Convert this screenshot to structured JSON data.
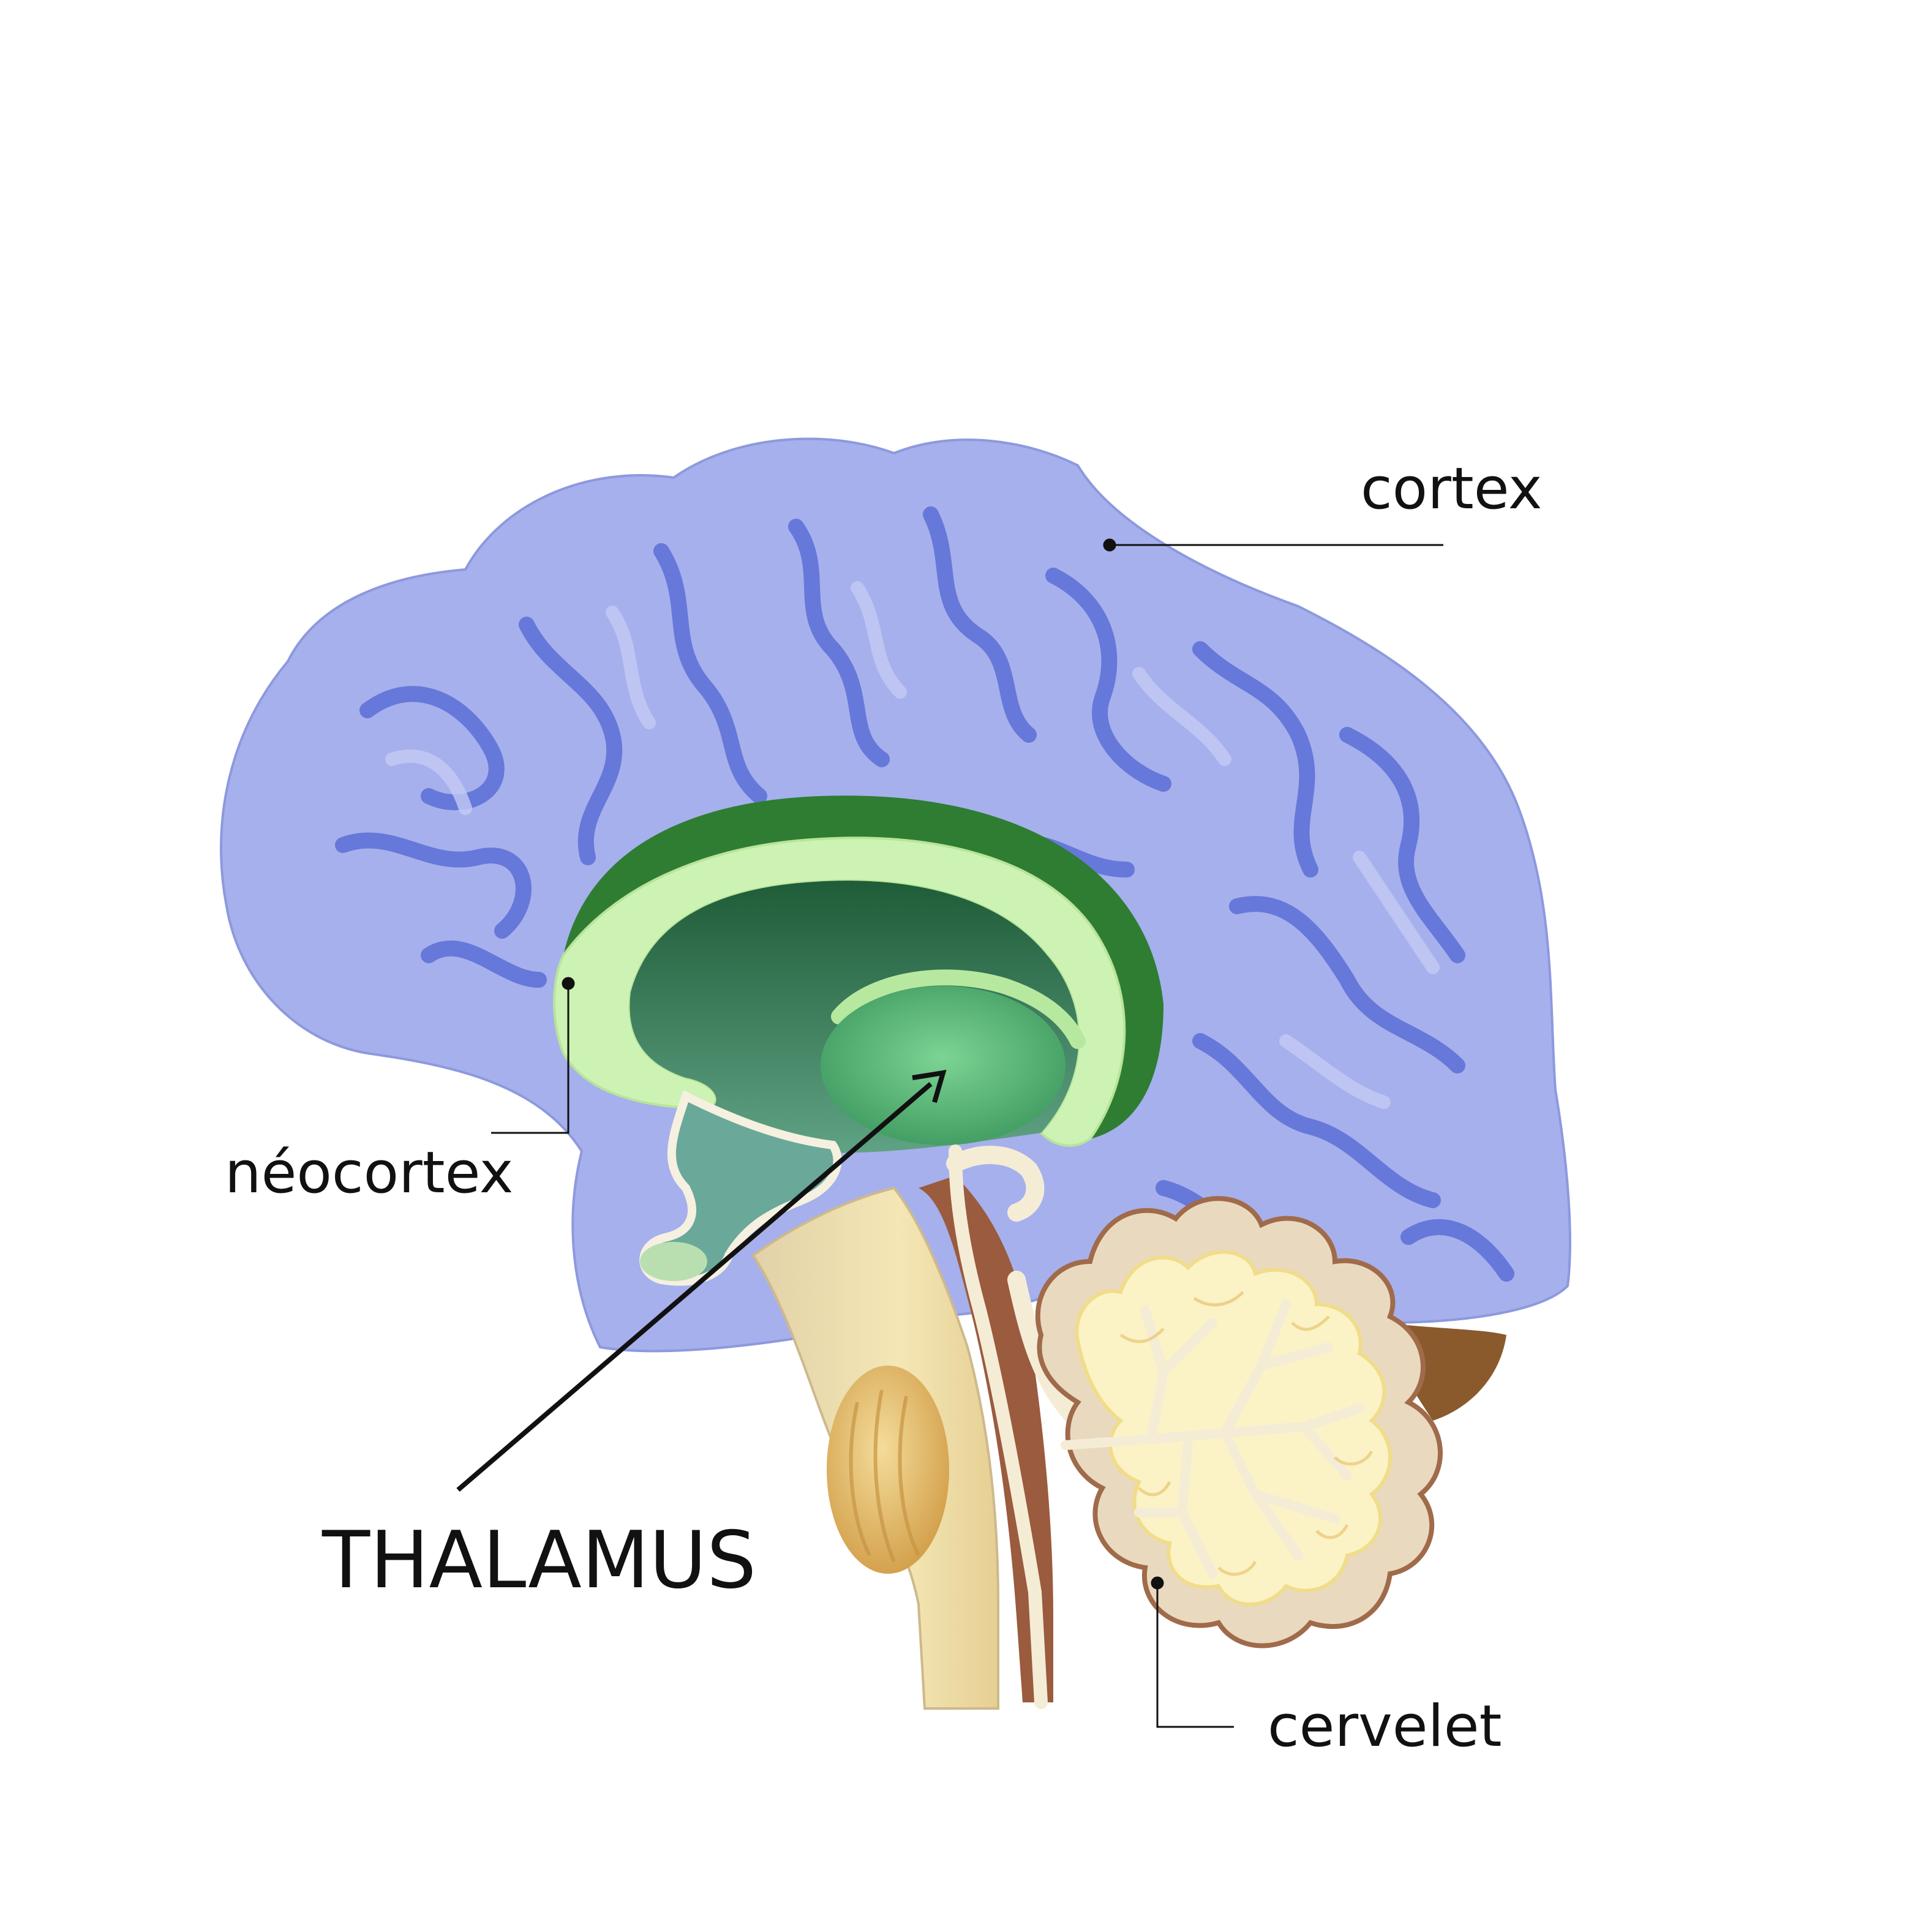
{
  "labels": {
    "cortex": "cortex",
    "neocortex": "néocortex",
    "thalamus": "THALAMUS",
    "cervelet": "cervelet"
  },
  "colors": {
    "cortex_fill": "#a6b0ec",
    "cortex_sulcus": "#5b6fd6",
    "limbic_ring": "#cdf3b4",
    "limbic_inner": "#2f7a4e",
    "thalamus": "#5fb87a",
    "cerebellum_fill": "#fbf3c6",
    "cerebellum_edge": "#e9d9bf",
    "brainstem": "#ead9b0",
    "spinal_dark": "#9a5b3e",
    "pons": "#e4bc6a",
    "text": "#111111"
  }
}
